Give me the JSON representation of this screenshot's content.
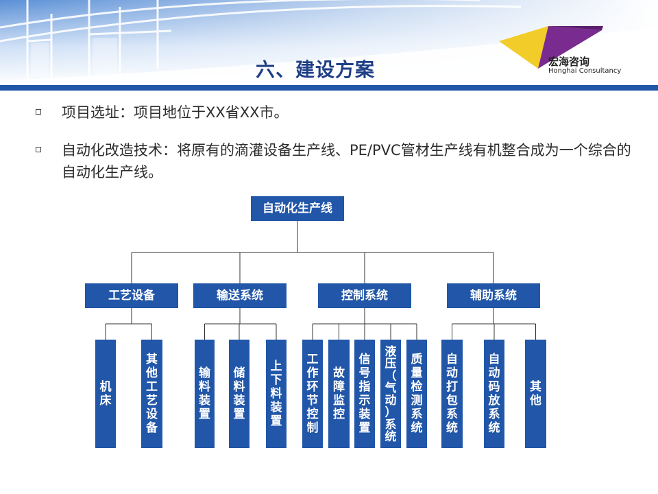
{
  "header": {
    "title": "六、建设方案",
    "logo": {
      "name_cn": "宏海咨询",
      "name_en": "Honghai Consultancy"
    }
  },
  "bullets": [
    {
      "text": "项目选址：项目地位于XX省XX市。"
    },
    {
      "text": "自动化改造技术：将原有的滴灌设备生产线、PE/PVC管材生产线有机整合成为一个综合的自动化生产线。"
    }
  ],
  "diagram": {
    "root": "自动化生产线",
    "box_color": "#2156a8",
    "branches": [
      {
        "label": "工艺设备",
        "children": [
          "机床",
          "其他工艺设备"
        ]
      },
      {
        "label": "输送系统",
        "children": [
          "输料装置",
          "储料装置",
          "上下料装置"
        ]
      },
      {
        "label": "控制系统",
        "children": [
          "工作环节控制",
          "故障监控",
          "信号指示装置",
          "液压（气动）系统",
          "质量检测系统"
        ]
      },
      {
        "label": "辅助系统",
        "children": [
          "自动打包系统",
          "自动码放系统",
          "其他"
        ]
      }
    ]
  }
}
